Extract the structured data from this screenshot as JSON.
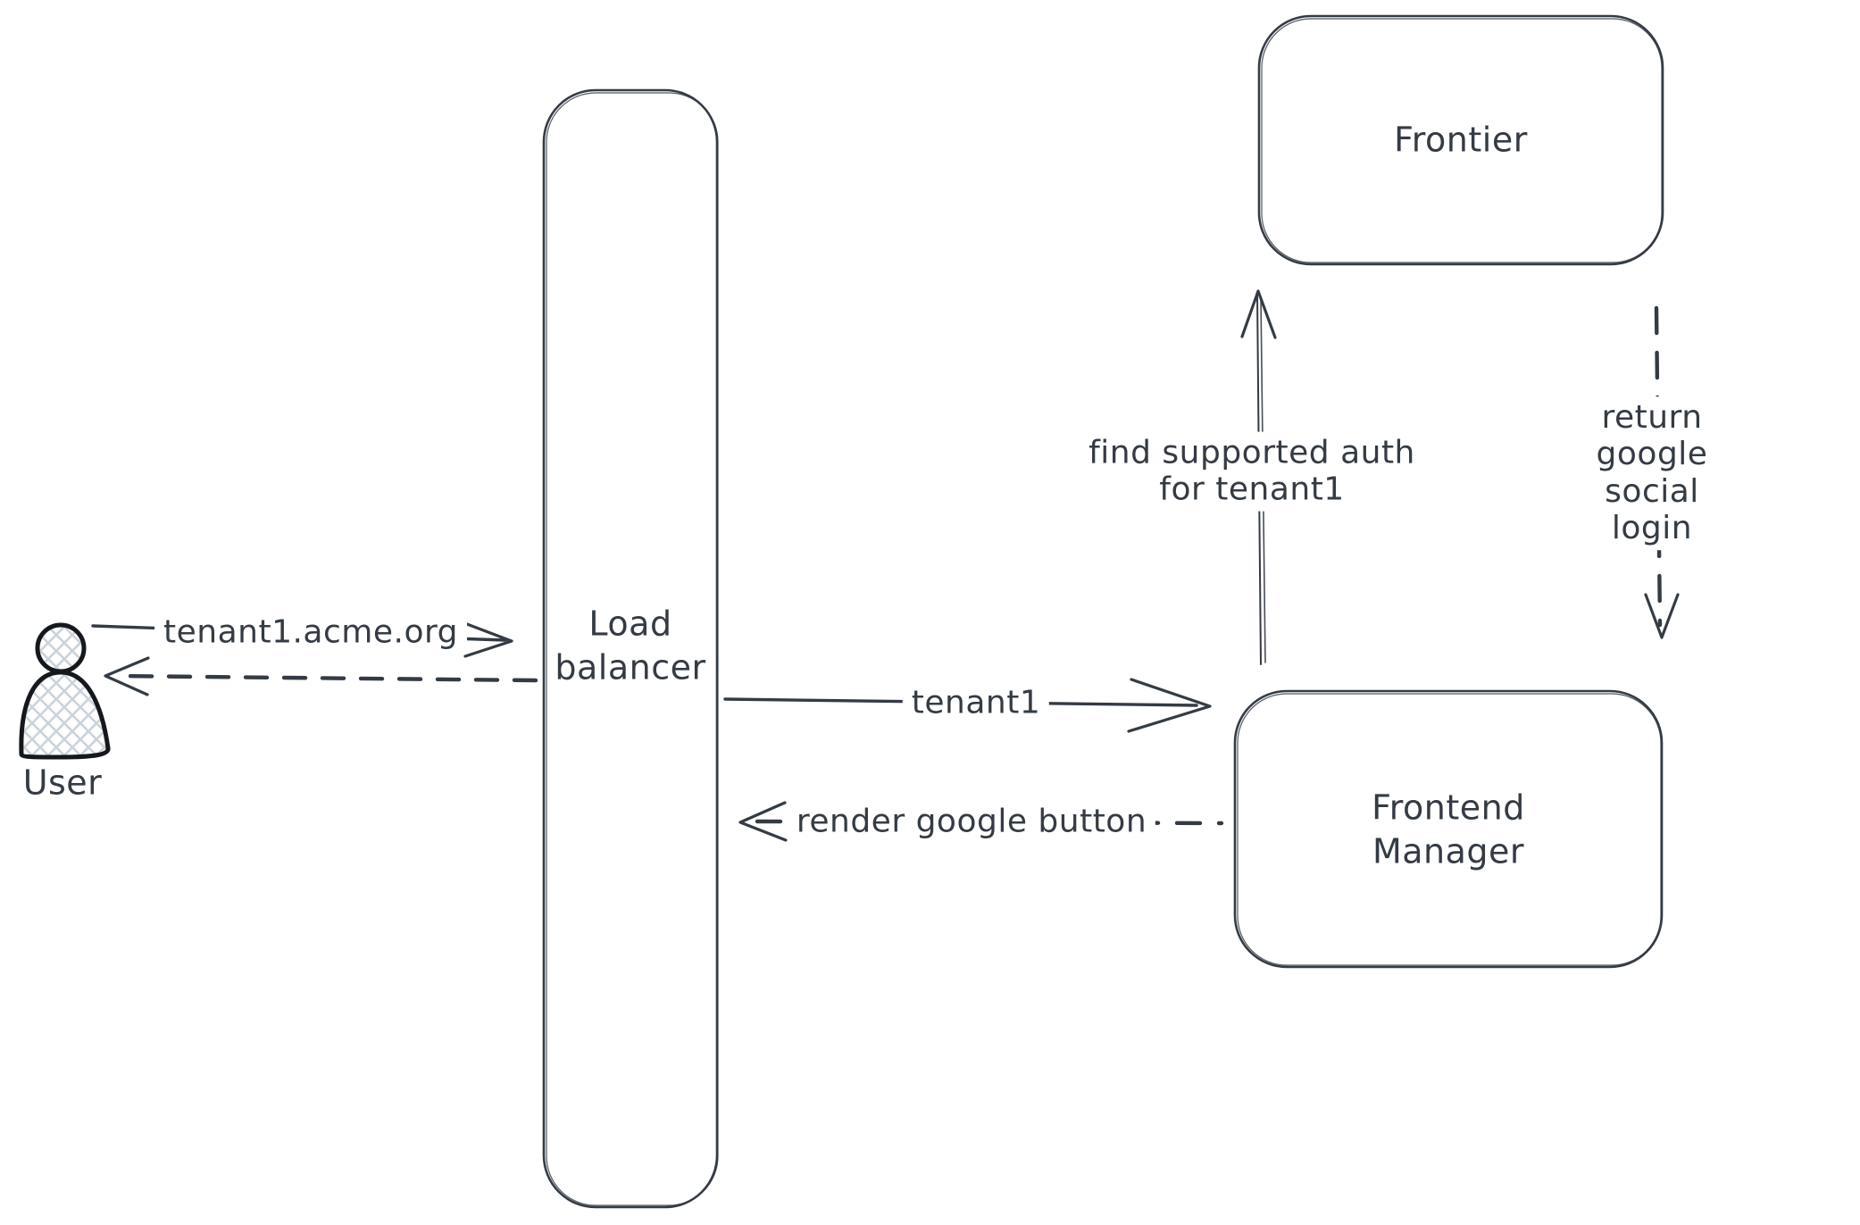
{
  "colors": {
    "background": "#ffffff",
    "ink": "#343b44",
    "user_outline": "#15181d",
    "hatch_fill": "#ccd4da"
  },
  "nodes": {
    "user": {
      "label": "User"
    },
    "load_balancer": {
      "label": "Load\nbalancer"
    },
    "frontier": {
      "label": "Frontier"
    },
    "frontend_manager": {
      "label": "Frontend\nManager"
    }
  },
  "edges": {
    "user_to_load_balancer": {
      "label": "tenant1.acme.org",
      "style": "solid",
      "direction": "right"
    },
    "load_balancer_to_user": {
      "label": "",
      "style": "dashed",
      "direction": "left"
    },
    "load_balancer_to_frontend_manager": {
      "label": "tenant1",
      "style": "solid",
      "direction": "right"
    },
    "frontend_manager_to_load_balancer": {
      "label": "render google button",
      "style": "dashed",
      "direction": "left"
    },
    "frontend_manager_to_frontier": {
      "label": "find supported auth\nfor tenant1",
      "style": "solid",
      "direction": "up"
    },
    "frontier_to_frontend_manager": {
      "label": "return google social\nlogin",
      "style": "dashed",
      "direction": "down"
    }
  }
}
